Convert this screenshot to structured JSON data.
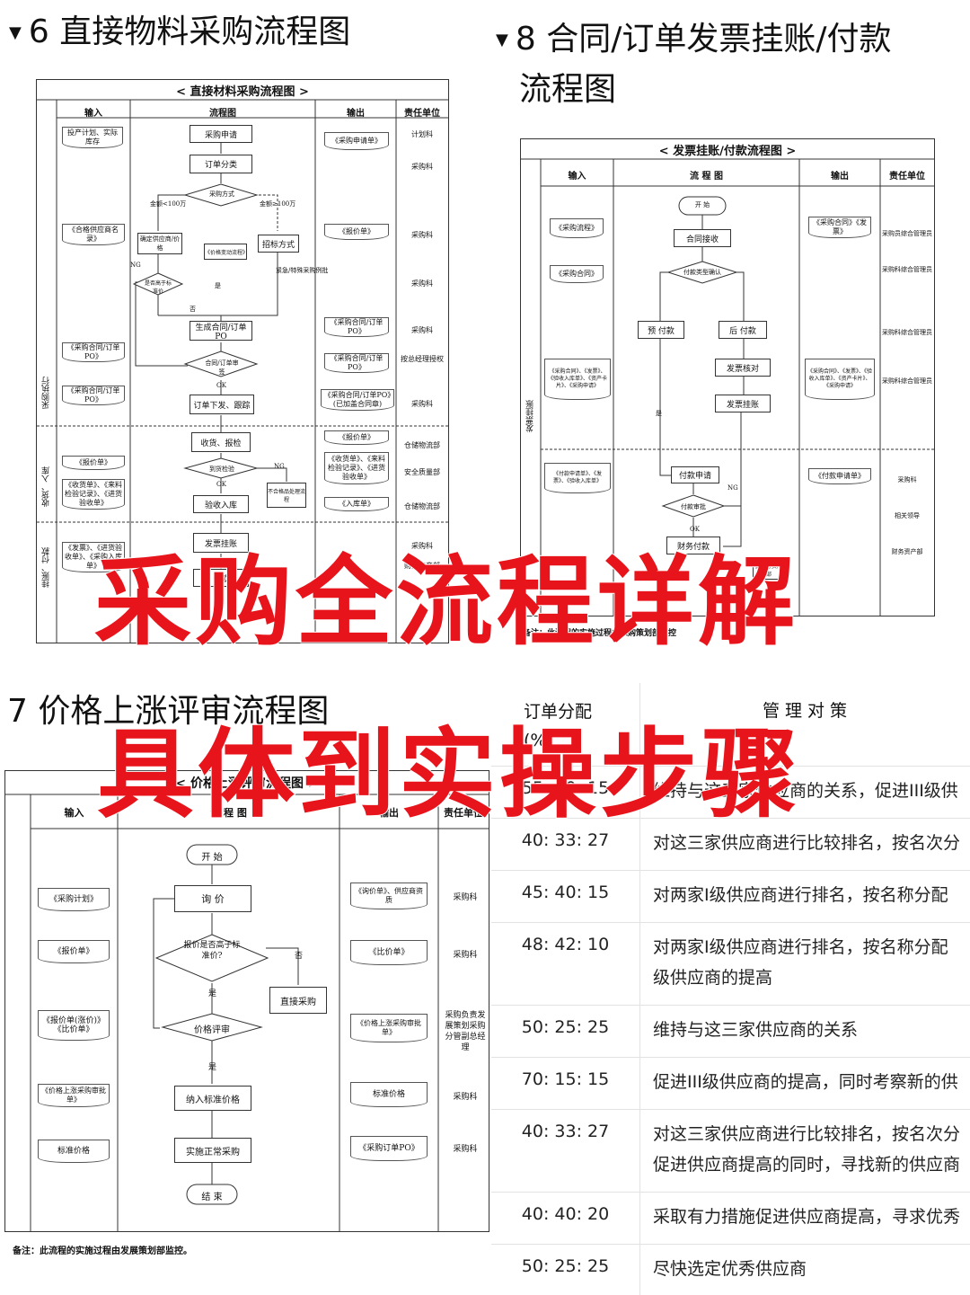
{
  "sections": {
    "s6": {
      "title": "6 直接物料采购流程图"
    },
    "s8": {
      "title_line1": "8 合同/订单发票挂账/付款",
      "title_line2": "流程图"
    },
    "s7": {
      "title": "7 价格上涨评审流程图"
    }
  },
  "overlay": {
    "line1": "采购全流程详解",
    "line2": "具体到实操步骤"
  },
  "chart6": {
    "title": "< 直接材料采购流程图 >",
    "headers": [
      "输入",
      "流程图",
      "输出",
      "责任单位"
    ],
    "lanes": [
      "采购执行",
      "收货、入库",
      "挂账、付款"
    ],
    "inputs": [
      "投产计划、实际库存",
      "《合格供应商名录》",
      "《采购合同/订单PO》",
      "《采购合同/订单PO》",
      "《报价单》",
      "《收货单》、《来料检验记录》、《进货验收单》",
      "《发票》、《进货验收单》、《采购入库单》"
    ],
    "nodes": [
      "采购申请",
      "订单分类",
      "采购方式",
      "金额<100万",
      "金额≥100万",
      "确定供应商/价格",
      "《价格变动流程》",
      "招标方式",
      "紧急/特殊采购例批",
      "是否高于标准价",
      "是",
      "否",
      "NG",
      "生成合同/订单PO",
      "合同/订单审签",
      "OK",
      "订单下发、跟踪",
      "收货、报检",
      "到货检验",
      "NG",
      "不合格品处理流程",
      "OK",
      "验收入库",
      "发票挂账",
      "付款"
    ],
    "outputs": [
      "《采购申请单》",
      "《报价单》",
      "《采购合同/订单PO》",
      "《采购合同/订单PO》",
      "《采购合同/订单PO》(已加盖合同章)",
      "《报价单》",
      "《收货单》、《来料检验记录》、《进货验收单》",
      "《入库单》"
    ],
    "units": [
      "计划科",
      "采购科",
      "采购科",
      "采购科",
      "采购科",
      "按总经理授权",
      "采购科",
      "仓储物流部",
      "安全质量部",
      "仓储物流部",
      "采购科",
      "财务资产部"
    ]
  },
  "chart8": {
    "title": "< 发票挂账/付款流程图 >",
    "headers": [
      "输入",
      "流 程 图",
      "输出",
      "责任单位"
    ],
    "lanes": [
      "发票挂账"
    ],
    "inputs": [
      "《采购流程》",
      "《采购合同》",
      "《采购合同》、《发票》、《验收入库单》、《资产卡片》、《采购申请》",
      "《付款申请单》、《发票》、《验收入库单》"
    ],
    "nodes": [
      "开 始",
      "合同接收",
      "付款类型确认",
      "预 付款",
      "后 付款",
      "发票核对",
      "发票挂账",
      "是",
      "付款申请",
      "NG",
      "付款审批",
      "OK",
      "财务付款",
      "此部分资产部"
    ],
    "outputs": [
      "《采购合同》《发 票》",
      "《采购合同》、《发票》、《验收入库单》、《资产卡片》、《采购申请》",
      "《付款申请单》"
    ],
    "units": [
      "采购员综合管理员",
      "采购科综合管理员",
      "采购科综合管理员",
      "采购科综合管理员",
      "采购科",
      "相关领导",
      "财务资产部"
    ],
    "note": "备注：此流程的实施过程由采购策划部监控"
  },
  "chart7": {
    "title": "< 价格上涨评审流程图 >",
    "headers": [
      "输入",
      "流 程 图",
      "输出",
      "责任单位"
    ],
    "inputs": [
      "《采购计划》",
      "《报价单》",
      "《报价单(涨价)》《比价单》",
      "《价格上涨采购审批单》",
      "标准价格"
    ],
    "nodes": [
      "开 始",
      "询 价",
      "报价是否高于标准价?",
      "否",
      "是",
      "直接采购",
      "价格评审",
      "是",
      "纳入标准价格",
      "实施正常采购",
      "结 束"
    ],
    "outputs": [
      "《询价单》、供应商资质",
      "《比价单》",
      "《价格上涨采购审批单》",
      "标准价格",
      "《采购订单PO》"
    ],
    "units": [
      "采购科",
      "采购科",
      "采购负责发展策划采购分管副总经理",
      "采购科",
      "采购科"
    ],
    "note": "备注：此流程的实施过程由发展策划部监控。"
  },
  "allocation": {
    "header_ratio": "订单分配(%)",
    "header_strategy": "管 理 对 策",
    "rows": [
      {
        "ratio": "55: 30: 15",
        "strategy": [
          "维持与这三家供应商的关系，促进III级供"
        ]
      },
      {
        "ratio": "40: 33: 27",
        "strategy": [
          "对这三家供应商进行比较排名，按名次分"
        ]
      },
      {
        "ratio": "45: 40: 15",
        "strategy": [
          "对两家I级供应商进行排名，按名称分配"
        ]
      },
      {
        "ratio": "48: 42: 10",
        "strategy": [
          "对两家I级供应商进行排名，按名称分配",
          "级供应商的提高"
        ]
      },
      {
        "ratio": "50: 25: 25",
        "strategy": [
          "维持与这三家供应商的关系"
        ]
      },
      {
        "ratio": "70: 15: 15",
        "strategy": [
          "促进III级供应商的提高，同时考察新的供"
        ]
      },
      {
        "ratio": "40: 33: 27",
        "strategy": [
          "对这三家供应商进行比较排名，按名次分",
          "促进供应商提高的同时，寻找新的供应商"
        ]
      },
      {
        "ratio": "40: 40: 20",
        "strategy": [
          "采取有力措施促进供应商提高，寻求优秀"
        ]
      },
      {
        "ratio": "50: 25: 25",
        "strategy": [
          "尽快选定优秀供应商"
        ]
      }
    ]
  }
}
